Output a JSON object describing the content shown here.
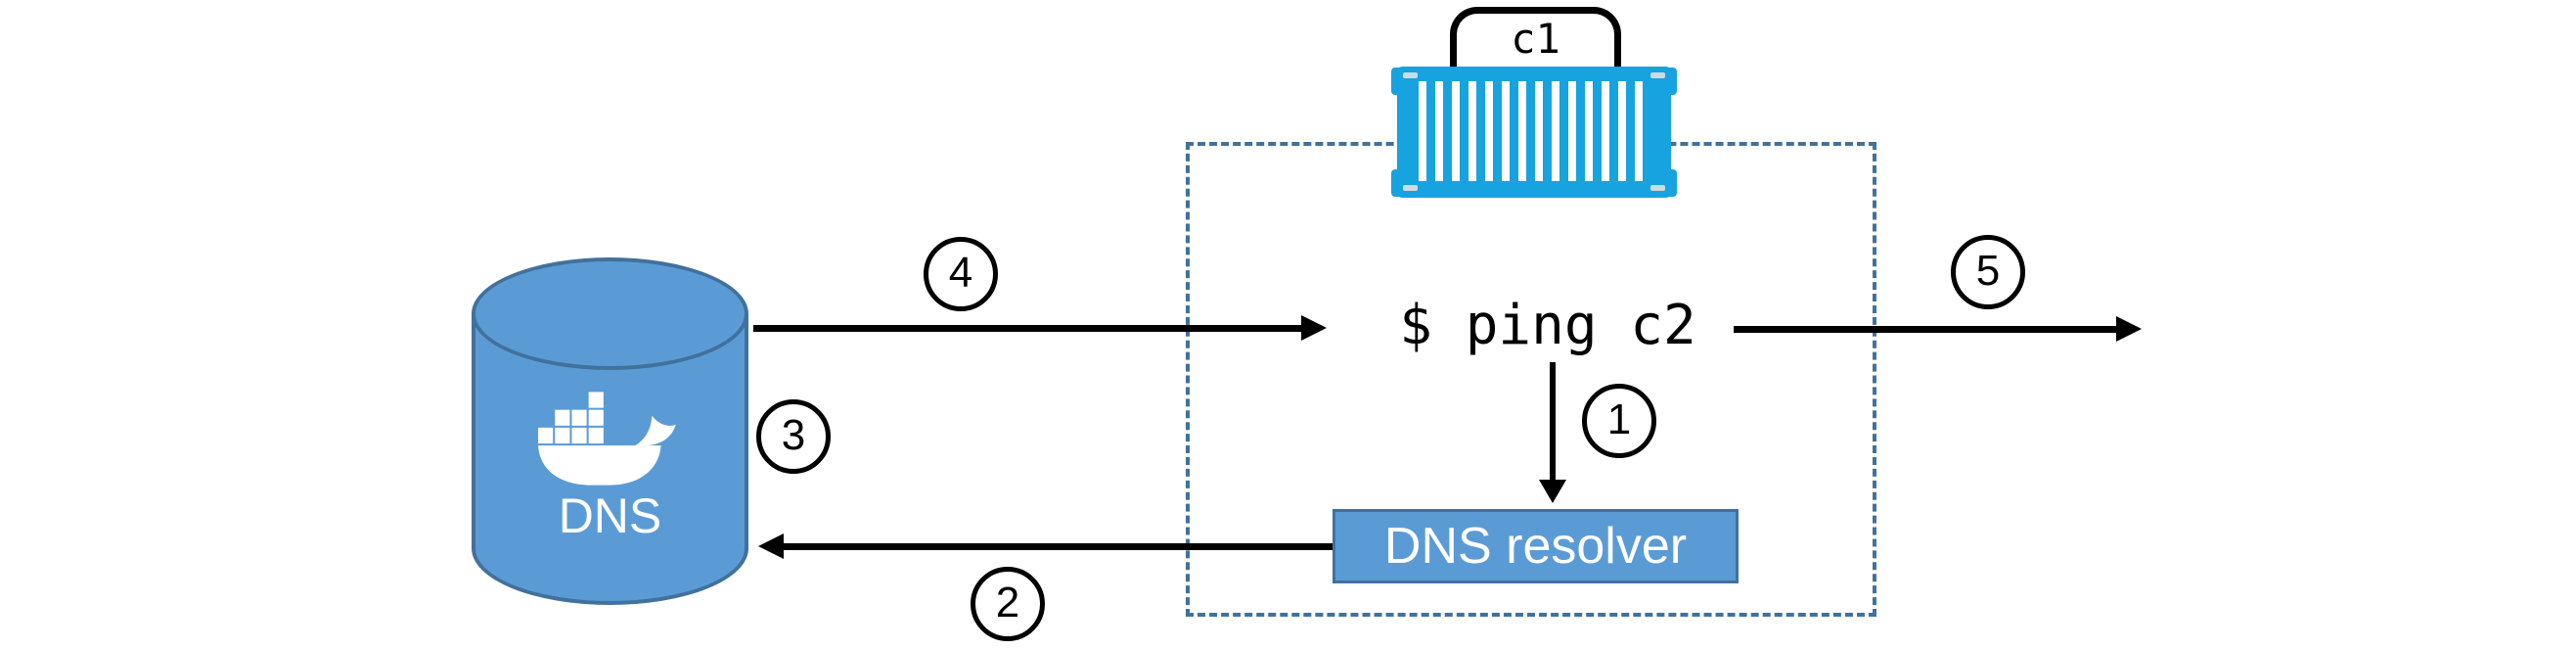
{
  "diagram": {
    "title_present": false,
    "container": {
      "label": "c1"
    },
    "command": {
      "text": "$ ping c2"
    },
    "dns_store": {
      "label": "DNS",
      "icon": "docker-whale-icon"
    },
    "resolver": {
      "label": "DNS resolver"
    },
    "steps": [
      {
        "label": "1"
      },
      {
        "label": "2"
      },
      {
        "label": "3"
      },
      {
        "label": "4"
      },
      {
        "label": "5"
      }
    ],
    "colors": {
      "container_cyan": "#16a3e0",
      "shape_blue": "#5B9BD5",
      "shape_border_blue": "#41719C",
      "boundary_dash_blue": "#41719C",
      "line_black": "#000000",
      "background": "#ffffff"
    }
  }
}
